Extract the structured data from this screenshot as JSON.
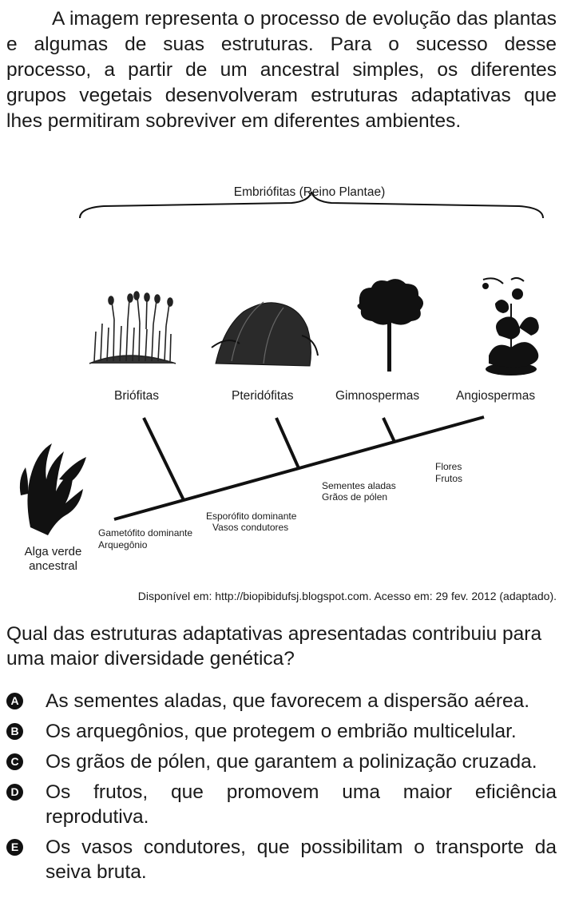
{
  "intro": "A imagem representa o processo de evolução das plantas e algumas de suas estruturas. Para o sucesso desse processo, a partir de um ancestral simples, os diferentes grupos vegetais desenvolveram estruturas adaptativas que lhes permitiram sobreviver em diferentes ambientes.",
  "figure": {
    "bracket_label": "Embriófitas (Reino Plantae)",
    "groups": [
      "Briófitas",
      "Pteridófitas",
      "Gimnospermas",
      "Angiospermas"
    ],
    "ancestor": [
      "Alga verde",
      "ancestral"
    ],
    "traits": {
      "t1": [
        "Gametófito dominante",
        "Arquegônio"
      ],
      "t2": [
        "Esporófito dominante",
        "Vasos condutores"
      ],
      "t3": [
        "Sementes aladas",
        "Grãos de pólen"
      ],
      "t4": [
        "Flores",
        "Frutos"
      ]
    }
  },
  "source": "Disponível em: http://biopibidufsj.blogspot.com. Acesso em: 29 fev. 2012 (adaptado).",
  "question": "Qual das estruturas adaptativas apresentadas contribuiu para uma maior diversidade genética?",
  "options": [
    {
      "letter": "A",
      "text": "As sementes aladas, que favorecem a dispersão aérea."
    },
    {
      "letter": "B",
      "text": "Os arquegônios, que protegem o embrião multicelular."
    },
    {
      "letter": "C",
      "text": "Os grãos de pólen, que garantem a polinização cruzada."
    },
    {
      "letter": "D",
      "text": "Os frutos, que promovem uma maior eficiência reprodutiva."
    },
    {
      "letter": "E",
      "text": "Os vasos condutores, que possibilitam o transporte da seiva bruta."
    }
  ]
}
